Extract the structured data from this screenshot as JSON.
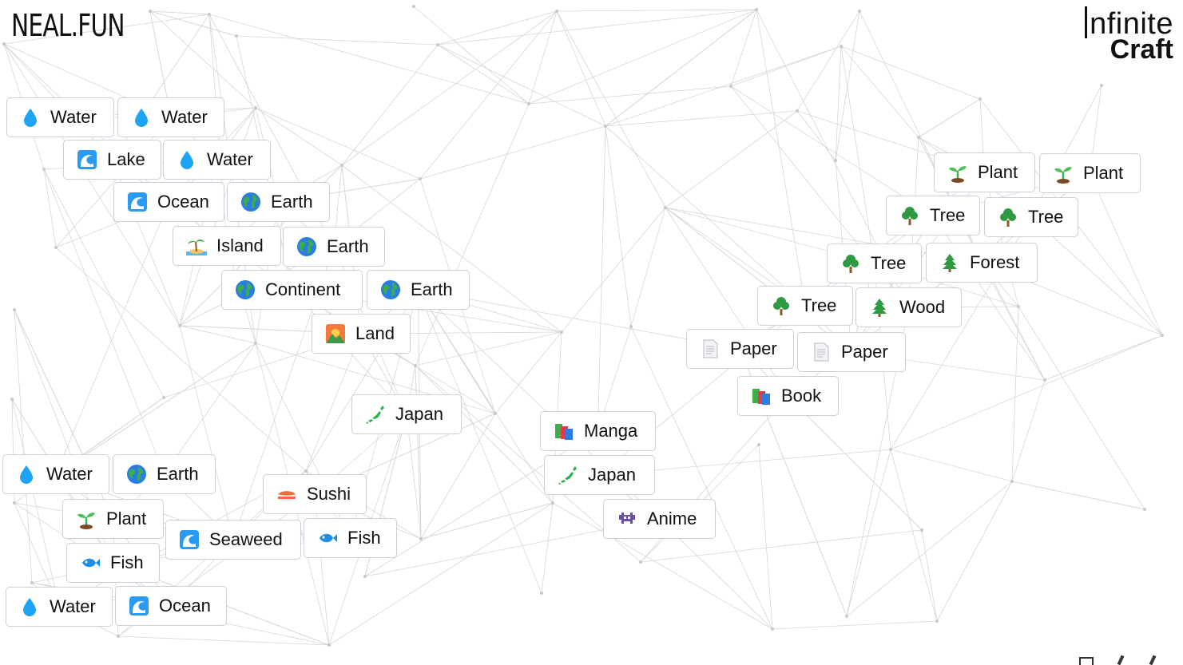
{
  "brand": {
    "left_logo": "NEAL.FUN",
    "title_line1": "nfinite",
    "title_line2": "Craft"
  },
  "colors": {
    "background": "#ffffff",
    "item_border": "#c9d0d7",
    "line": "#d6d6d6"
  },
  "items": [
    {
      "label": "Water",
      "icon": "droplet-icon"
    },
    {
      "label": "Water",
      "icon": "droplet-icon"
    },
    {
      "label": "Lake",
      "icon": "wave-icon"
    },
    {
      "label": "Water",
      "icon": "droplet-icon"
    },
    {
      "label": "Ocean",
      "icon": "wave-icon"
    },
    {
      "label": "Earth",
      "icon": "globe-icon"
    },
    {
      "label": "Island",
      "icon": "island-icon"
    },
    {
      "label": "Earth",
      "icon": "globe-icon"
    },
    {
      "label": "Continent",
      "icon": "globe-icon"
    },
    {
      "label": "Earth",
      "icon": "globe-icon"
    },
    {
      "label": "Land",
      "icon": "sunrise-mountain-icon"
    },
    {
      "label": "Japan",
      "icon": "japan-map-icon"
    },
    {
      "label": "Water",
      "icon": "droplet-icon"
    },
    {
      "label": "Earth",
      "icon": "globe-icon"
    },
    {
      "label": "Sushi",
      "icon": "sushi-icon"
    },
    {
      "label": "Plant",
      "icon": "seedling-icon"
    },
    {
      "label": "Seaweed",
      "icon": "wave-icon"
    },
    {
      "label": "Fish",
      "icon": "fish-icon"
    },
    {
      "label": "Fish",
      "icon": "fish-icon"
    },
    {
      "label": "Water",
      "icon": "droplet-icon"
    },
    {
      "label": "Ocean",
      "icon": "wave-icon"
    },
    {
      "label": "Manga",
      "icon": "books-icon"
    },
    {
      "label": "Japan",
      "icon": "japan-map-icon"
    },
    {
      "label": "Anime",
      "icon": "space-invader-icon"
    },
    {
      "label": "Plant",
      "icon": "seedling-icon"
    },
    {
      "label": "Plant",
      "icon": "seedling-icon"
    },
    {
      "label": "Tree",
      "icon": "tree-icon"
    },
    {
      "label": "Tree",
      "icon": "tree-icon"
    },
    {
      "label": "Tree",
      "icon": "tree-icon"
    },
    {
      "label": "Forest",
      "icon": "evergreen-icon"
    },
    {
      "label": "Tree",
      "icon": "tree-icon"
    },
    {
      "label": "Wood",
      "icon": "evergreen-icon"
    },
    {
      "label": "Paper",
      "icon": "paper-icon"
    },
    {
      "label": "Paper",
      "icon": "paper-icon"
    },
    {
      "label": "Book",
      "icon": "books-icon"
    }
  ]
}
